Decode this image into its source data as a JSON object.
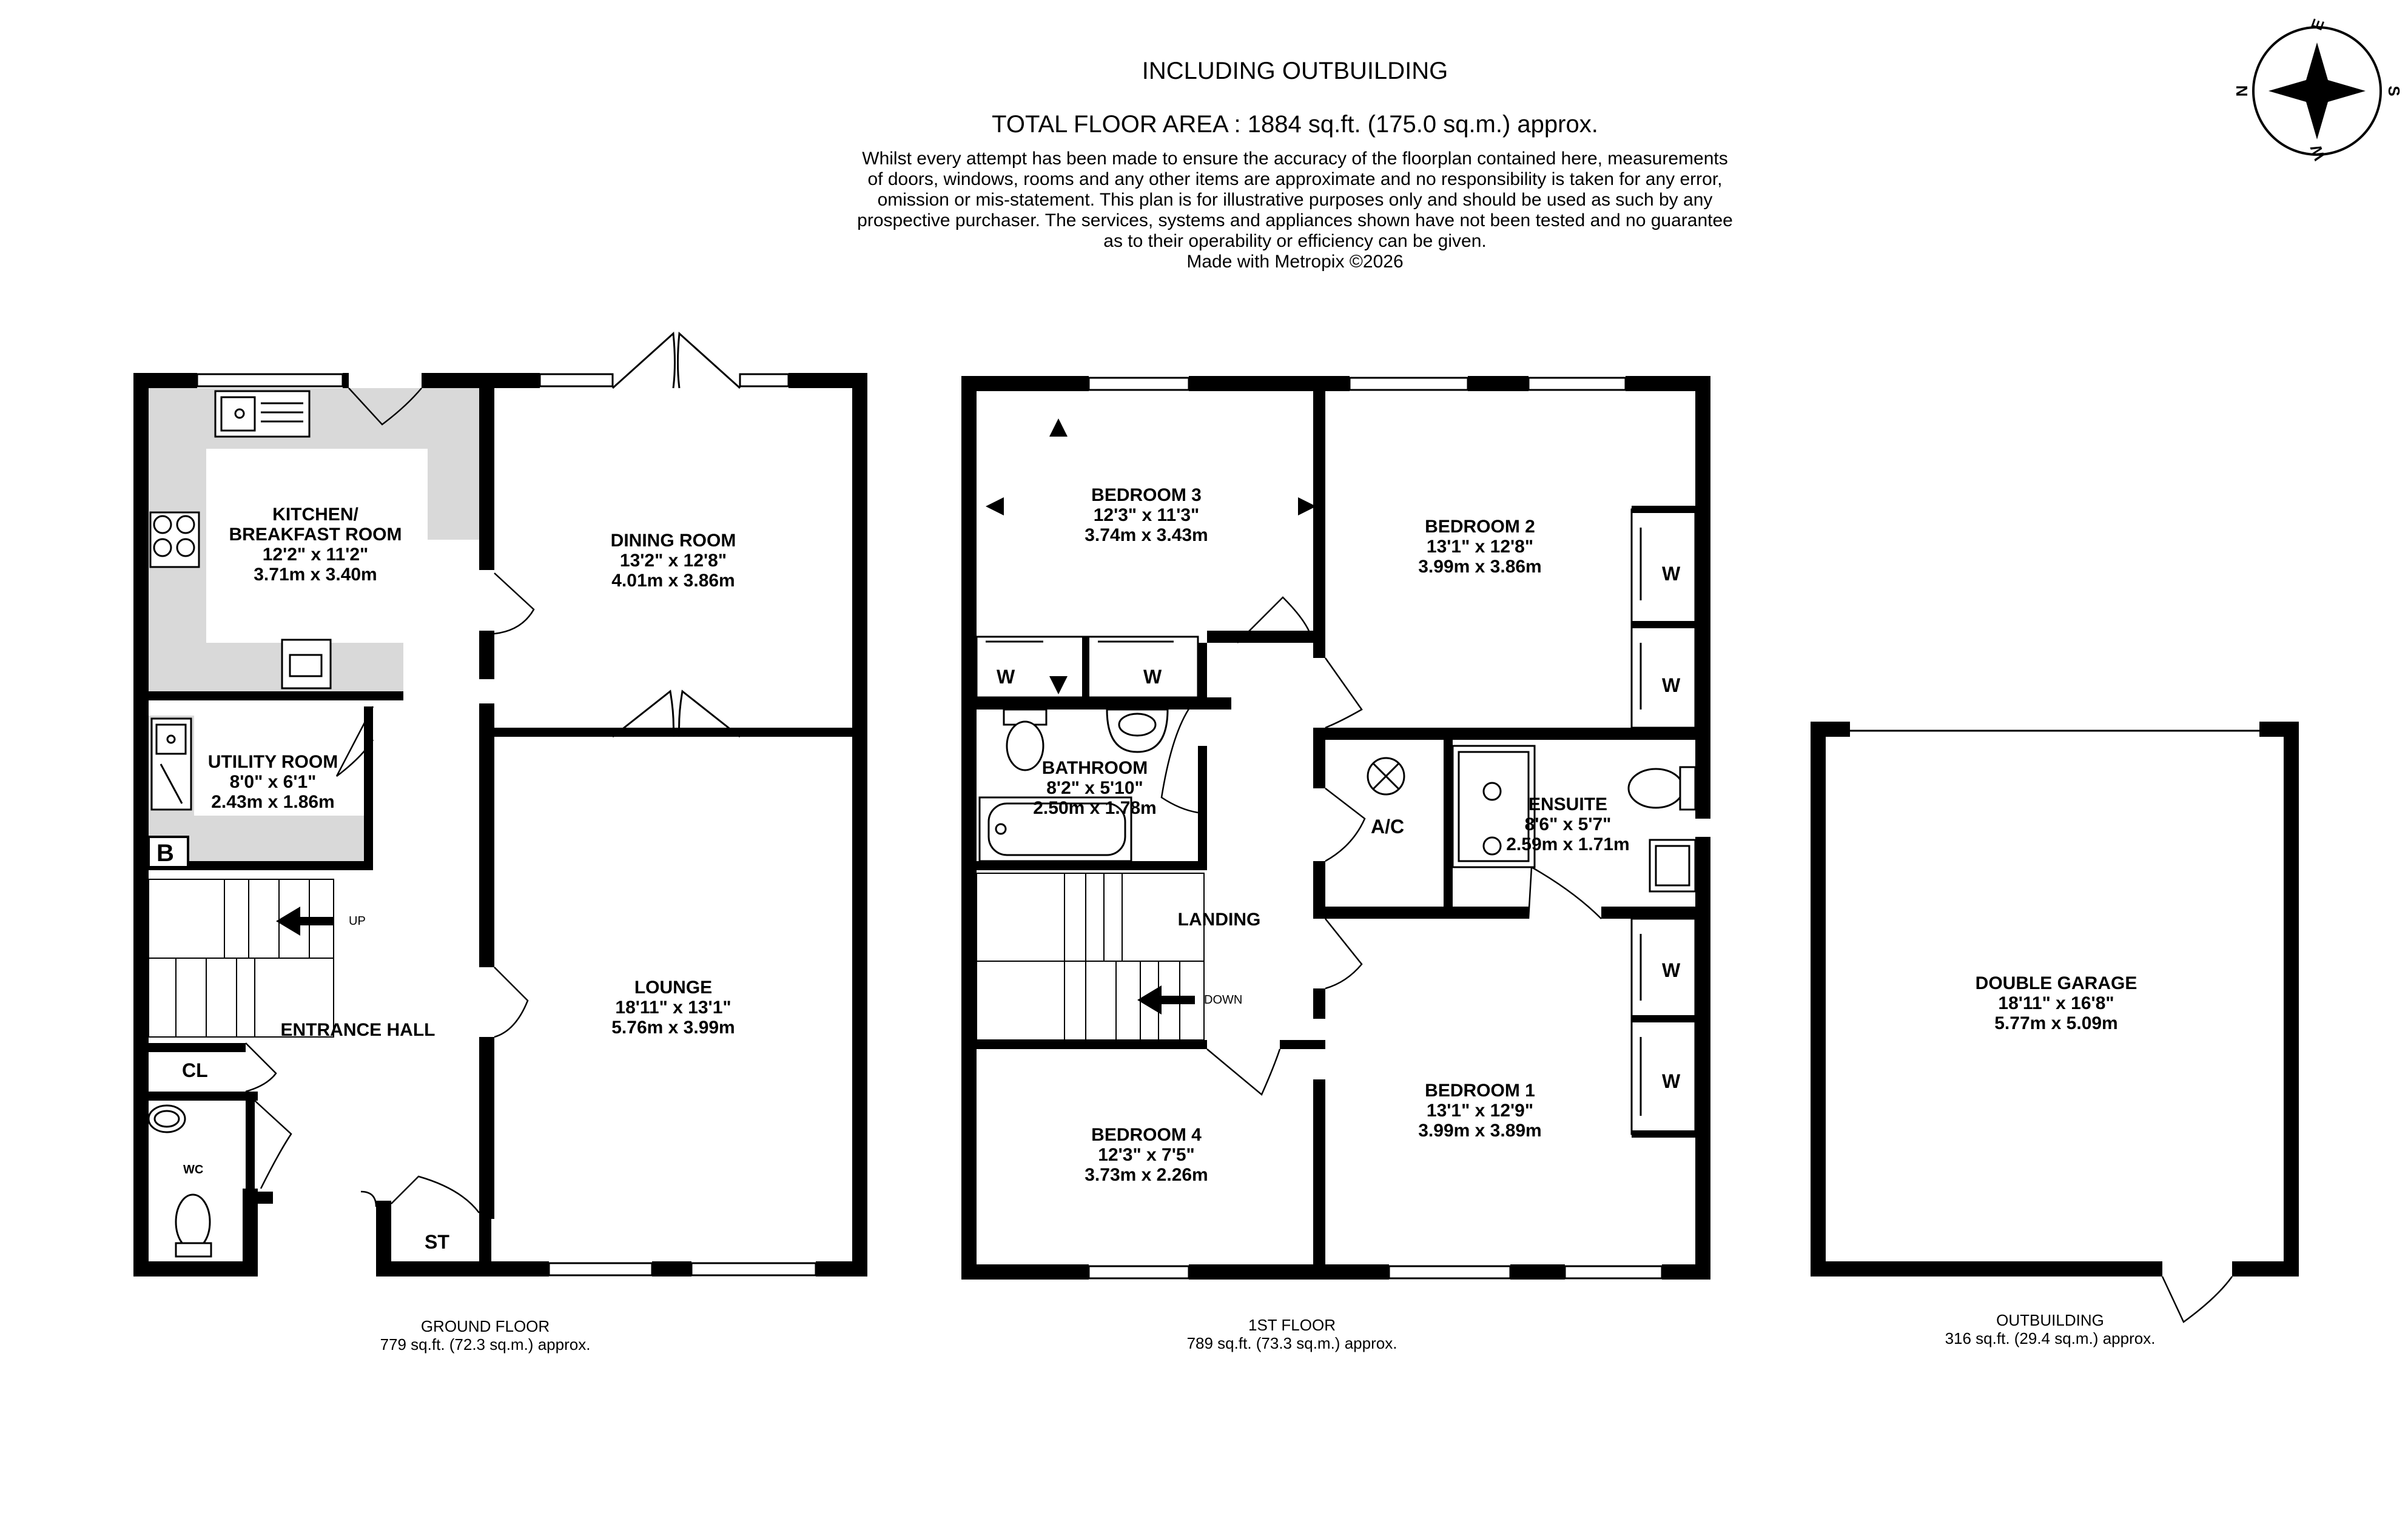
{
  "header": {
    "title": "INCLUDING OUTBUILDING",
    "total_area": "TOTAL FLOOR AREA : 1884 sq.ft. (175.0 sq.m.) approx.",
    "disclaimer": [
      "Whilst every attempt has been made to ensure the accuracy of the floorplan contained here, measurements",
      "of doors, windows, rooms and any other items are approximate and no responsibility is taken for any error,",
      "omission or mis-statement. This plan is for illustrative purposes only and should be used as such by any",
      "prospective purchaser. The services, systems and appliances shown have not been tested and no guarantee",
      "as to their operability or efficiency can be given.",
      "Made with Metropix ©2026"
    ]
  },
  "compass": {
    "n": "N",
    "e": "E",
    "s": "S",
    "w": "W"
  },
  "ground_floor": {
    "label": "GROUND FLOOR",
    "area": "779 sq.ft. (72.3 sq.m.) approx.",
    "rooms": {
      "kitchen": {
        "name1": "KITCHEN/",
        "name2": "BREAKFAST ROOM",
        "imperial": "12'2\"  x 11'2\"",
        "metric": "3.71m  x 3.40m"
      },
      "utility": {
        "name": "UTILITY ROOM",
        "imperial": "8'0\"  x 6'1\"",
        "metric": "2.43m  x 1.86m"
      },
      "dining": {
        "name": "DINING ROOM",
        "imperial": "13'2\"  x 12'8\"",
        "metric": "4.01m  x 3.86m"
      },
      "lounge": {
        "name": "LOUNGE",
        "imperial": "18'11\"  x 13'1\"",
        "metric": "5.76m  x 3.99m"
      },
      "hall": {
        "name": "ENTRANCE HALL"
      }
    },
    "marks": {
      "up": "UP",
      "cl": "CL",
      "wc": "WC",
      "st": "ST",
      "boiler": "B"
    }
  },
  "first_floor": {
    "label": "1ST FLOOR",
    "area": "789 sq.ft. (73.3 sq.m.) approx.",
    "rooms": {
      "bedroom3": {
        "name": "BEDROOM 3",
        "imperial": "12'3\"  x 11'3\"",
        "metric": "3.74m  x 3.43m"
      },
      "bedroom2": {
        "name": "BEDROOM 2",
        "imperial": "13'1\"  x 12'8\"",
        "metric": "3.99m  x 3.86m"
      },
      "bathroom": {
        "name": "BATHROOM",
        "imperial": "8'2\"  x 5'10\"",
        "metric": "2.50m  x 1.78m"
      },
      "ensuite": {
        "name": "ENSUITE",
        "imperial": "8'6\"  x 5'7\"",
        "metric": "2.59m  x 1.71m"
      },
      "bedroom1": {
        "name": "BEDROOM 1",
        "imperial": "13'1\"  x 12'9\"",
        "metric": "3.99m  x 3.89m"
      },
      "bedroom4": {
        "name": "BEDROOM 4",
        "imperial": "12'3\"  x 7'5\"",
        "metric": "3.73m  x 2.26m"
      },
      "landing": {
        "name": "LANDING"
      }
    },
    "marks": {
      "down": "DOWN",
      "ac": "A/C",
      "w": "W"
    }
  },
  "outbuilding": {
    "label": "OUTBUILDING",
    "area": "316 sq.ft. (29.4 sq.m.) approx.",
    "garage": {
      "name": "DOUBLE GARAGE",
      "imperial": "18'11\"  x 16'8\"",
      "metric": "5.77m  x 5.09m"
    }
  },
  "colors": {
    "wall": "#000000",
    "fixture_fill": "#d9d9d9",
    "background": "#ffffff"
  }
}
